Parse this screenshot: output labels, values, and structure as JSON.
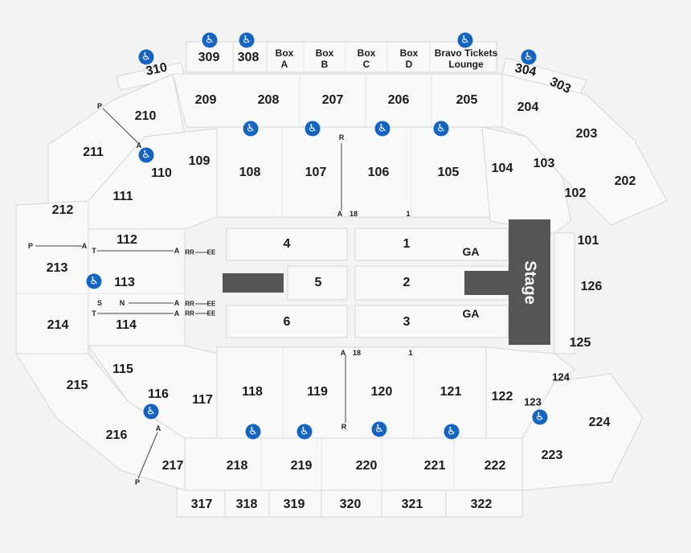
{
  "sections": {
    "s310": "310",
    "s309": "309",
    "s308": "308",
    "boxA": "Box\nA",
    "boxB": "Box\nB",
    "boxC": "Box\nC",
    "boxD": "Box\nD",
    "lounge": "Bravo Tickets\nLounge",
    "s304": "304",
    "s303": "303",
    "s210": "210",
    "s209": "209",
    "s208": "208",
    "s207": "207",
    "s206": "206",
    "s205": "205",
    "s204": "204",
    "s203": "203",
    "s202": "202",
    "s211": "211",
    "s212": "212",
    "s213": "213",
    "s214": "214",
    "s215": "215",
    "s216": "216",
    "s217": "217",
    "s218": "218",
    "s219": "219",
    "s220": "220",
    "s221": "221",
    "s222": "222",
    "s223": "223",
    "s224": "224",
    "s109": "109",
    "s108": "108",
    "s107": "107",
    "s106": "106",
    "s105": "105",
    "s104": "104",
    "s103": "103",
    "s102": "102",
    "s101": "101",
    "s126": "126",
    "s125": "125",
    "s124": "124",
    "s123": "123",
    "s122": "122",
    "s121": "121",
    "s120": "120",
    "s119": "119",
    "s118": "118",
    "s117": "117",
    "s116": "116",
    "s115": "115",
    "s114": "114",
    "s113": "113",
    "s112": "112",
    "s111": "111",
    "s110": "110",
    "f1": "1",
    "f2": "2",
    "f3": "3",
    "f4": "4",
    "f5": "5",
    "f6": "6",
    "ga1": "GA",
    "ga2": "GA",
    "s317": "317",
    "s318": "318",
    "s319": "319",
    "s320": "320",
    "s321": "321",
    "s322": "322"
  },
  "stage": "Stage",
  "markers": {
    "p1": "P",
    "a1": "A",
    "p2": "P",
    "a2": "A",
    "p3": "P",
    "a3": "A",
    "t1": "T",
    "a4": "A",
    "rr1": "RR",
    "ee1": "EE",
    "s1": "S",
    "n1": "N",
    "a5": "A",
    "rr2": "RR",
    "ee2": "EE",
    "t2": "T",
    "a6": "A",
    "rr3": "RR",
    "ee3": "EE",
    "r1": "R",
    "a7": "A",
    "n18a": "18",
    "n1a": "1",
    "a8": "A",
    "n18b": "18",
    "n1b": "1",
    "r2": "R"
  },
  "colors": {
    "background": "#f3f3f4",
    "section_fill": "#f9f9fa",
    "lines": "#d7d7d9",
    "stage": "#555555",
    "accessible": "#1565c0"
  }
}
